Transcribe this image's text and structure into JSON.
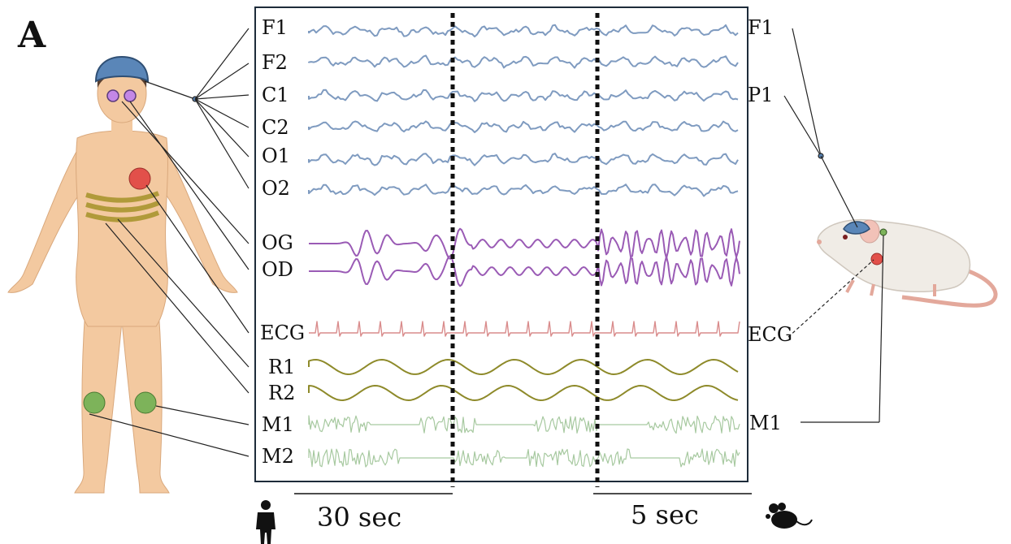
{
  "panel_letter": "A",
  "human_channels": [
    "F1",
    "F2",
    "C1",
    "C2",
    "O1",
    "O2",
    "OG",
    "OD",
    "ECG",
    "R1",
    "R2",
    "M1",
    "M2"
  ],
  "rodent_channels": [
    "F1",
    "P1",
    "ECG",
    "M1"
  ],
  "scale_bars": {
    "human": "30 sec",
    "rodent": "5 sec"
  },
  "colors": {
    "eeg": "#7f9bc0",
    "eog": "#9a5bb5",
    "ecg": "#d98c8c",
    "resp": "#8e8a2a",
    "emg": "#a7c9a0",
    "skin": "#f3c9a0",
    "electrode_red": "#e2504a",
    "electrode_green": "#7db35a",
    "electrode_purple": "#c387e6",
    "cap_blue": "#5a86b8"
  },
  "icons": [
    "human-silhouette-icon",
    "mouse-silhouette-icon"
  ]
}
